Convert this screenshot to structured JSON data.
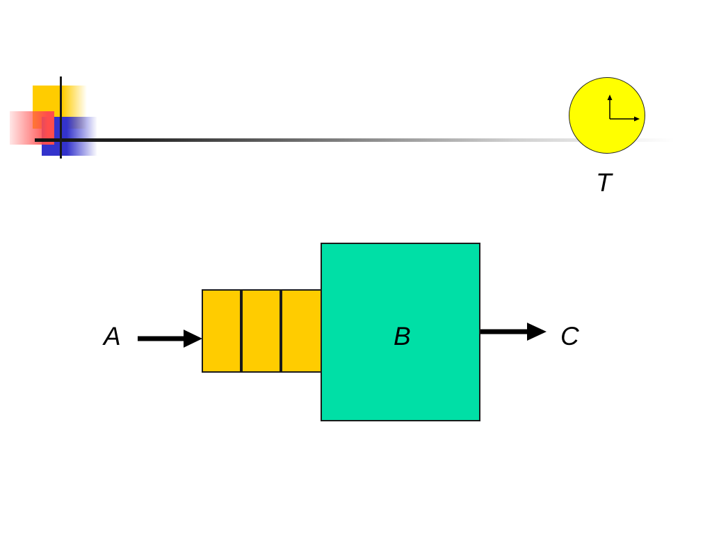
{
  "diagram": {
    "labels": {
      "timer": "T",
      "input": "A",
      "server": "B",
      "output": "C"
    },
    "queue": {
      "slot_count": 3,
      "color": "#ffcc00"
    },
    "server_color": "#00dfa6",
    "clock_color": "#ffff00",
    "header_colors": {
      "yellow": "#ffcc00",
      "blue": "#3333cc",
      "red": "#ff4d4d"
    }
  }
}
